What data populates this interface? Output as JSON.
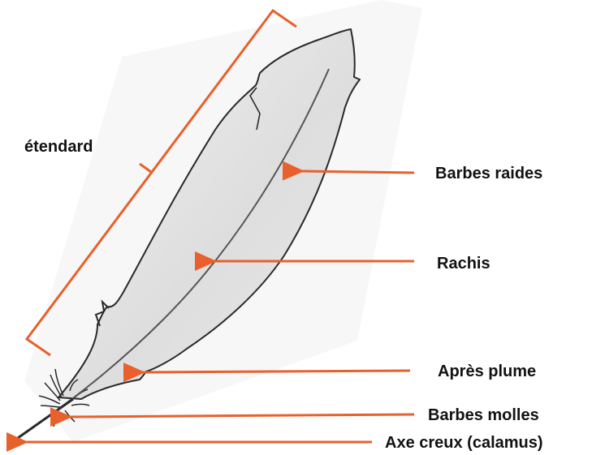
{
  "labels": {
    "etendard": "étendard",
    "barbes_raides": "Barbes raides",
    "rachis": "Rachis",
    "apres_plume": "Après plume",
    "barbes_molles": "Barbes molles",
    "axe_creux": "Axe creux (calamus)"
  },
  "colors": {
    "accent": "#e8602c",
    "text": "#111111",
    "feather_fill": "#e4e4e4",
    "feather_outline": "#2a2a2a"
  }
}
